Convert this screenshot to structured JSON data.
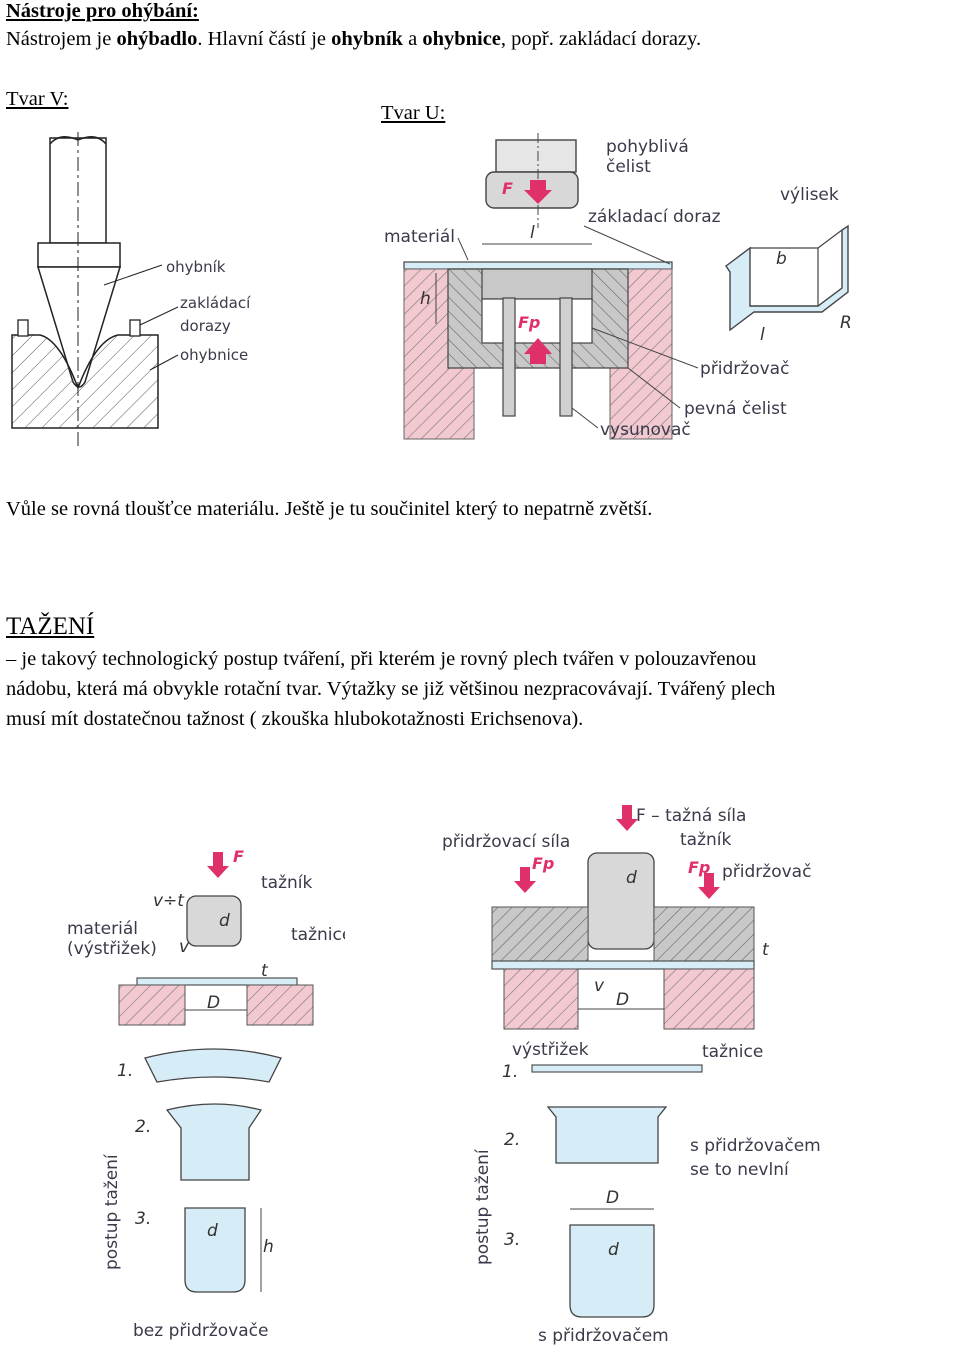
{
  "header": {
    "title": "Nástroje pro ohýbání:",
    "intro_prefix": "Nástrojem je ",
    "intro_b1": "ohýbadlo",
    "intro_mid1": ". Hlavní částí je ",
    "intro_b2": "ohybník",
    "intro_mid2": " a ",
    "intro_b3": "ohybnice",
    "intro_suffix": ", popř. zakládací dorazy."
  },
  "section_v": {
    "title": "Tvar V:",
    "labels": [
      "ohybník",
      "zakládací",
      "dorazy",
      "ohybnice"
    ]
  },
  "section_u": {
    "title": "Tvar U:",
    "labels": [
      "pohyblivá",
      "čelist",
      "výlisek",
      "základací doraz",
      "materiál",
      "přidržovač",
      "pevná čelist",
      "vysunovač"
    ],
    "symbols": [
      "F",
      "Fp",
      "l",
      "h",
      "b",
      "l",
      "R"
    ]
  },
  "note": "Vůle se rovná tloušťce materiálu. Ještě je tu součinitel který to nepatrně zvětší.",
  "tazeni": {
    "heading": "TAŽENÍ",
    "lines": [
      "– je takový technologický postup tváření, při kterém je rovný plech tvářen v polouzavřenou",
      "nádobu, která má obvykle rotační tvar. Výtažky se již většinou nezpracovávají. Tvářený plech",
      "musí mít dostatečnou tažnost   ( zkouška hlubokotažnosti Erichsenova)."
    ]
  },
  "fig_left": {
    "labels": [
      "tažník",
      "tažnice",
      "materiál",
      "(výstřižek)",
      "postup tažení",
      "bez přidržovače"
    ],
    "symbols": [
      "F",
      "v÷t",
      "d",
      "v",
      "t",
      "D",
      "1.",
      "2.",
      "3.",
      "d",
      "h"
    ]
  },
  "fig_right": {
    "labels": [
      "F – tažná síla",
      "tažník",
      "přidržovací síla",
      "přidržovač",
      "výstřižek",
      "tažnice",
      "s přidržovačem",
      "se to nevlní",
      "postup tažení",
      "s přidržovačem"
    ],
    "symbols": [
      "Fp",
      "Fp",
      "d",
      "t",
      "v",
      "D",
      "1.",
      "2.",
      "D",
      "3.",
      "d"
    ]
  },
  "colors": {
    "force_arrow": "#e0306a",
    "hatch_fill": "#f2c9d0",
    "body_fill": "#c8c8c8",
    "water_fill": "#d6ecf6",
    "line": "#444444"
  }
}
